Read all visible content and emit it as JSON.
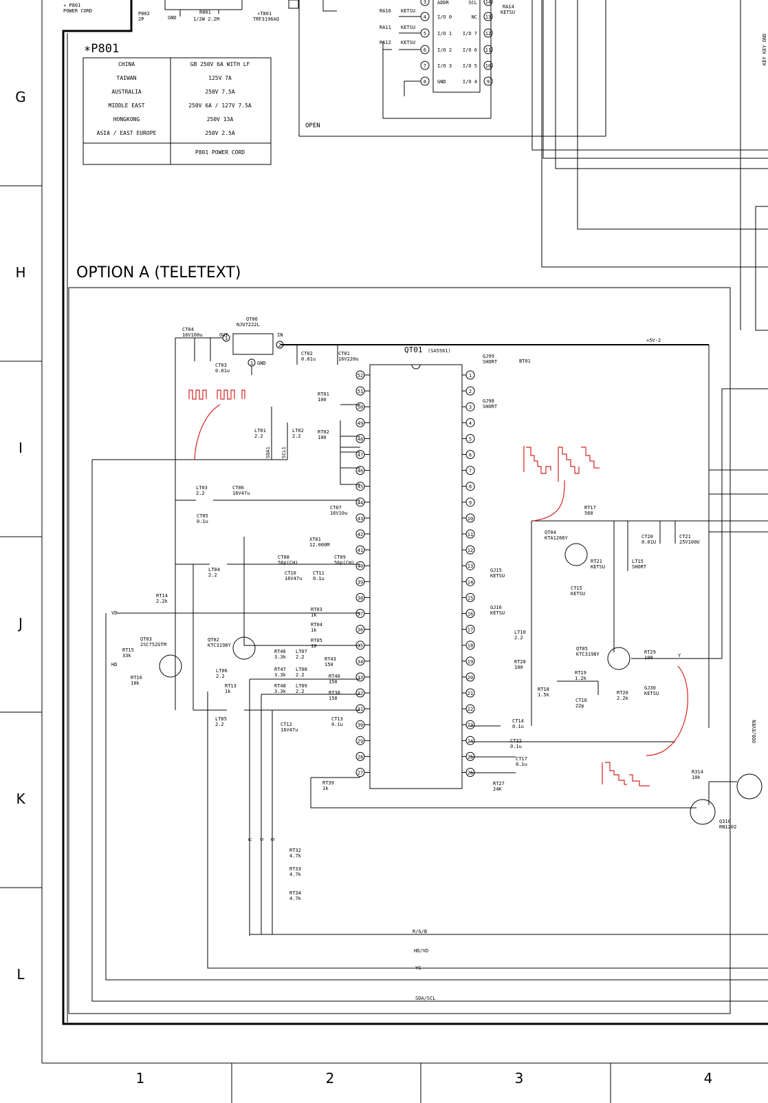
{
  "header": {
    "power_cord_ref": "∗ P801",
    "power_cord_label": "POWER CORD",
    "p802_ref": "P802",
    "p802_pins": "2P",
    "gnd": "GND",
    "r801_ref": "R801",
    "r801_value": "1/2W 2.2M",
    "t801_ref": "∗T801",
    "t801_value": "TRF3196AQ"
  },
  "p801_table": {
    "title": "∗P801",
    "rows": [
      {
        "region": "CHINA",
        "rating": "GB 250V 6A  WITH LF"
      },
      {
        "region": "TAIWAN",
        "rating": "125V 7A"
      },
      {
        "region": "AUSTRALIA",
        "rating": "250V 7.5A"
      },
      {
        "region": "MIDDLE EAST",
        "rating": "250V 6A / 127V 7.5A"
      },
      {
        "region": "HONGKONG",
        "rating": "250V 13A"
      },
      {
        "region": "ASIA / EAST EUROPE",
        "rating": "250V 2.5A"
      },
      {
        "region": "",
        "rating": "P801  POWER CORD"
      }
    ]
  },
  "open_block": {
    "label": "OPEN",
    "pins_left": [
      "ADDR",
      "I/O 0",
      "I/O 1",
      "I/O 2",
      "I/O 3",
      "GND"
    ],
    "pins_right": [
      "SCL",
      "NC",
      "I/O 7",
      "I/O 6",
      "I/O 5",
      "I/O 4"
    ],
    "pin_numbers_left": [
      "3",
      "4",
      "5",
      "6",
      "7",
      "8"
    ],
    "pin_numbers_right": [
      "14",
      "13",
      "12",
      "11",
      "10",
      "9"
    ],
    "resistors": [
      {
        "ref": "RA10",
        "value": "KETSU"
      },
      {
        "ref": "RA11",
        "value": "KETSU"
      },
      {
        "ref": "RA12",
        "value": "KETSU"
      },
      {
        "ref": "RA14",
        "value": "KETSU"
      }
    ]
  },
  "right_edge_label": "KEY KEY GND",
  "option_title": "OPTION A (TELETEXT)",
  "ic": {
    "ref": "QT01",
    "part": "(SA5561)",
    "left_pins": [
      "52",
      "51",
      "50",
      "49",
      "48",
      "47",
      "46",
      "45",
      "44",
      "43",
      "42",
      "41",
      "40",
      "39",
      "38",
      "37",
      "36",
      "35",
      "34",
      "33",
      "32",
      "31",
      "30",
      "29",
      "28",
      "27"
    ],
    "right_pins": [
      "1",
      "2",
      "3",
      "4",
      "5",
      "6",
      "7",
      "8",
      "9",
      "10",
      "11",
      "12",
      "13",
      "14",
      "15",
      "16",
      "17",
      "18",
      "19",
      "20",
      "21",
      "22",
      "23",
      "24",
      "25",
      "26"
    ]
  },
  "regulator": {
    "ref": "QT06",
    "part": "NJU7222L",
    "out": "OUT",
    "in": "IN",
    "gnd": "GND",
    "p3": "3",
    "p2": "2",
    "p1": "1"
  },
  "supply_label": "+5V-2",
  "components": [
    {
      "ref": "CT04",
      "value": "16V100u"
    },
    {
      "ref": "CT03",
      "value": "0.01u"
    },
    {
      "ref": "CT02",
      "value": "0.01u"
    },
    {
      "ref": "CT01",
      "value": "16V220u"
    },
    {
      "ref": "GJ99",
      "value": "SHORT"
    },
    {
      "ref": "BT01",
      "value": ""
    },
    {
      "ref": "GJ98",
      "value": "SHORT"
    },
    {
      "ref": "RT01",
      "value": "100"
    },
    {
      "ref": "RT02",
      "value": "100"
    },
    {
      "ref": "LT01",
      "value": "2.2"
    },
    {
      "ref": "LT02",
      "value": "2.2"
    },
    {
      "ref": "LT03",
      "value": "2.2"
    },
    {
      "ref": "CT06",
      "value": "16V47u"
    },
    {
      "ref": "CT05",
      "value": "0.1u"
    },
    {
      "ref": "CT07",
      "value": "16V10u"
    },
    {
      "ref": "XT01",
      "value": "12.000M"
    },
    {
      "ref": "CT08",
      "value": "56p(CH)"
    },
    {
      "ref": "CT09",
      "value": "56p(CH)"
    },
    {
      "ref": "LT04",
      "value": "2.2"
    },
    {
      "ref": "CT10",
      "value": "16V47u"
    },
    {
      "ref": "CT11",
      "value": "0.1u"
    },
    {
      "ref": "RT14",
      "value": "2.2k"
    },
    {
      "ref": "RT03",
      "value": "1k"
    },
    {
      "ref": "RT04",
      "value": "1k"
    },
    {
      "ref": "RT05",
      "value": "10"
    },
    {
      "ref": "QT02",
      "value": "KTC3198Y"
    },
    {
      "ref": "QT03",
      "value": "2SC752GTM"
    },
    {
      "ref": "RT15",
      "value": "33k"
    },
    {
      "ref": "RT16",
      "value": "10k"
    },
    {
      "ref": "RT46",
      "value": "3.3k"
    },
    {
      "ref": "RT47",
      "value": "3.3k"
    },
    {
      "ref": "RT48",
      "value": "3.3k"
    },
    {
      "ref": "LT07",
      "value": "2.2"
    },
    {
      "ref": "LT08",
      "value": "2.2"
    },
    {
      "ref": "LT09",
      "value": "2.2"
    },
    {
      "ref": "RT43",
      "value": "150"
    },
    {
      "ref": "RT40",
      "value": "150"
    },
    {
      "ref": "RT38",
      "value": "150"
    },
    {
      "ref": "LT06",
      "value": "2.2"
    },
    {
      "ref": "RT13",
      "value": "1k"
    },
    {
      "ref": "LT05",
      "value": "2.2"
    },
    {
      "ref": "CT12",
      "value": "16V47u"
    },
    {
      "ref": "CT13",
      "value": "0.1u"
    },
    {
      "ref": "RT39",
      "value": "1k"
    },
    {
      "ref": "RT17",
      "value": "560"
    },
    {
      "ref": "QT04",
      "value": "KTA1266Y"
    },
    {
      "ref": "RT21",
      "value": "KETSU"
    },
    {
      "ref": "LT15",
      "value": "SHORT"
    },
    {
      "ref": "CT20",
      "value": "0.01U"
    },
    {
      "ref": "CT21",
      "value": "25V100U"
    },
    {
      "ref": "GJ15",
      "value": "KETSU"
    },
    {
      "ref": "CT15",
      "value": "KETSU"
    },
    {
      "ref": "GJ16",
      "value": "KETSU"
    },
    {
      "ref": "LT10",
      "value": "2.2"
    },
    {
      "ref": "QT05",
      "value": "KTC3198Y"
    },
    {
      "ref": "RT29",
      "value": "100"
    },
    {
      "ref": "RT28",
      "value": "100"
    },
    {
      "ref": "RT19",
      "value": "1.2k"
    },
    {
      "ref": "RT18",
      "value": "1.5k"
    },
    {
      "ref": "CT16",
      "value": "22p"
    },
    {
      "ref": "RT20",
      "value": "2.2k"
    },
    {
      "ref": "GJ30",
      "value": "KETSU"
    },
    {
      "ref": "CT14",
      "value": "0.1u"
    },
    {
      "ref": "CT22",
      "value": "0.1u"
    },
    {
      "ref": "CT17",
      "value": "0.1u"
    },
    {
      "ref": "RT27",
      "value": "24K"
    },
    {
      "ref": "R314",
      "value": "10k"
    },
    {
      "ref": "Q310",
      "value": "RN1202"
    },
    {
      "ref": "RT32",
      "value": "4.7k"
    },
    {
      "ref": "RT33",
      "value": "4.7k"
    },
    {
      "ref": "RT34",
      "value": "4.7k"
    }
  ],
  "signals": {
    "vd": "VD",
    "hd": "HD",
    "sda1": "SDA1",
    "scl1": "SCL1",
    "y": "Y",
    "odd_even": "ODD/EVEN",
    "r": "R",
    "g": "G",
    "b": "B"
  },
  "buses": [
    "R/G/B",
    "HD/VD",
    "YS",
    "SDA/SCL"
  ],
  "zone_rows": [
    "G",
    "H",
    "I",
    "J",
    "K",
    "L"
  ],
  "zone_cols": [
    "1",
    "2",
    "3",
    "4"
  ],
  "annotation_color": "#d42020"
}
